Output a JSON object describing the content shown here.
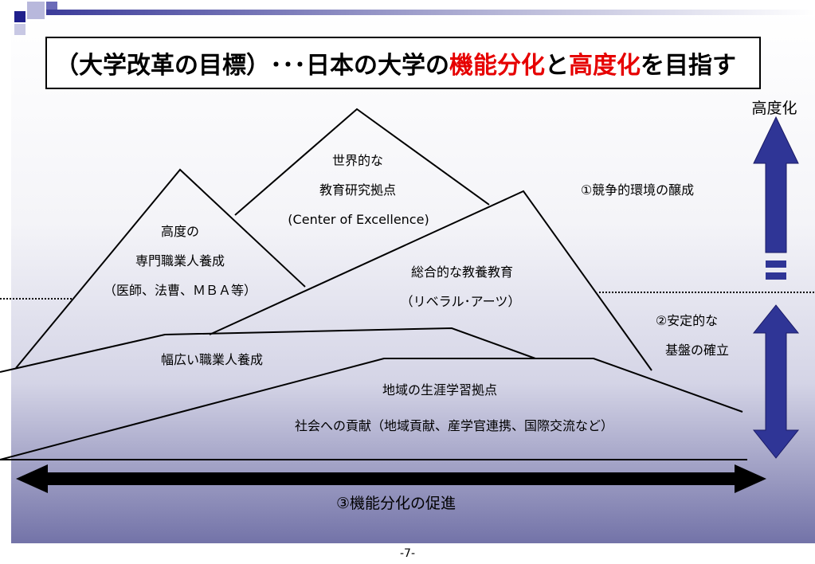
{
  "title": {
    "part1": "（大学改革の目標）･･･日本の大学の",
    "red1": "機能分化",
    "part2": "と",
    "red2": "高度化",
    "part3": "を目指す"
  },
  "colors": {
    "accent_red": "#e60000",
    "arrow_blue": "#2f3596",
    "dark_navy": "#1f1f8c"
  },
  "peaks": {
    "world_center": [
      "世界的な",
      "教育研究拠点",
      "(Center of Excellence)"
    ],
    "professional": [
      "高度の",
      "専門職業人養成",
      "（医師、法曹、ＭＢＡ等）"
    ],
    "liberal_arts": [
      "総合的な教養教育",
      "（リベラル･アーツ）"
    ],
    "broad_vocational": "幅広い職業人養成",
    "regional": [
      "地域の生涯学習拠点",
      "社会への貢献（地域貢献、産学官連携、国際交流など）"
    ]
  },
  "right_side": {
    "advancement_label": "高度化",
    "competition_label": "①競争的環境の醸成",
    "stable_foundation": [
      "②安定的な",
      "基盤の確立"
    ]
  },
  "bottom_arrow_label": "③機能分化の促進",
  "page_number": "-7-"
}
